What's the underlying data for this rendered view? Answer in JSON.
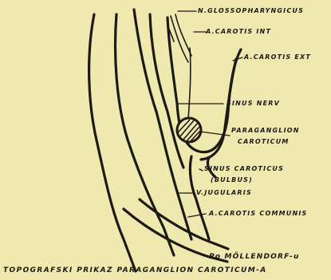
{
  "labels": {
    "glossopharyngicus": "N.GLOSSOPHARYNGICUS",
    "carotis_int": "A.CAROTIS INT",
    "carotis_ext": "A.CAROTIS EXT",
    "sinus_nerv": "SINUS NERV",
    "paraganglion_1": "PARAGANGLION",
    "paraganglion_2": "CAROTICUM",
    "sinus_caroticus_1": "SINUS CAROTICUS",
    "sinus_caroticus_2": "(BULBUS)",
    "jugularis": "V.JUGULARIS",
    "carotis_communis": "A.CAROTIS COMMUNIS"
  },
  "credit": "Po MÖLLENDORF-u",
  "caption": "TOPOGRAFSKI PRIKAZ PARAGANGLION CAROTICUM-A",
  "colors": {
    "background": "#efe9b0",
    "ink": "#1b1a16"
  }
}
